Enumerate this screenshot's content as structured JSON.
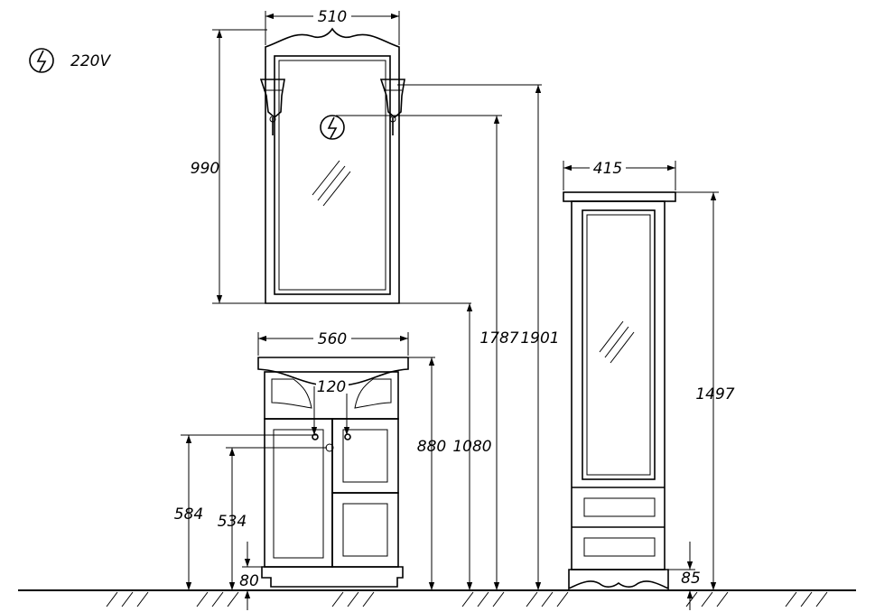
{
  "power": {
    "legend_label": "220V",
    "icon": "lightning-bolt-icon"
  },
  "dimensions": {
    "mirror_width": "510",
    "mirror_height": "990",
    "socket_height": "1787",
    "mirror_top_height": "1901",
    "vanity_width": "560",
    "basin_offset": "120",
    "vanity_height": "880",
    "vanity_top_height": "1080",
    "pipe_height_1": "584",
    "pipe_height_2": "534",
    "vanity_plinth": "80",
    "cabinet_width": "415",
    "cabinet_height": "1497",
    "cabinet_plinth": "85"
  }
}
